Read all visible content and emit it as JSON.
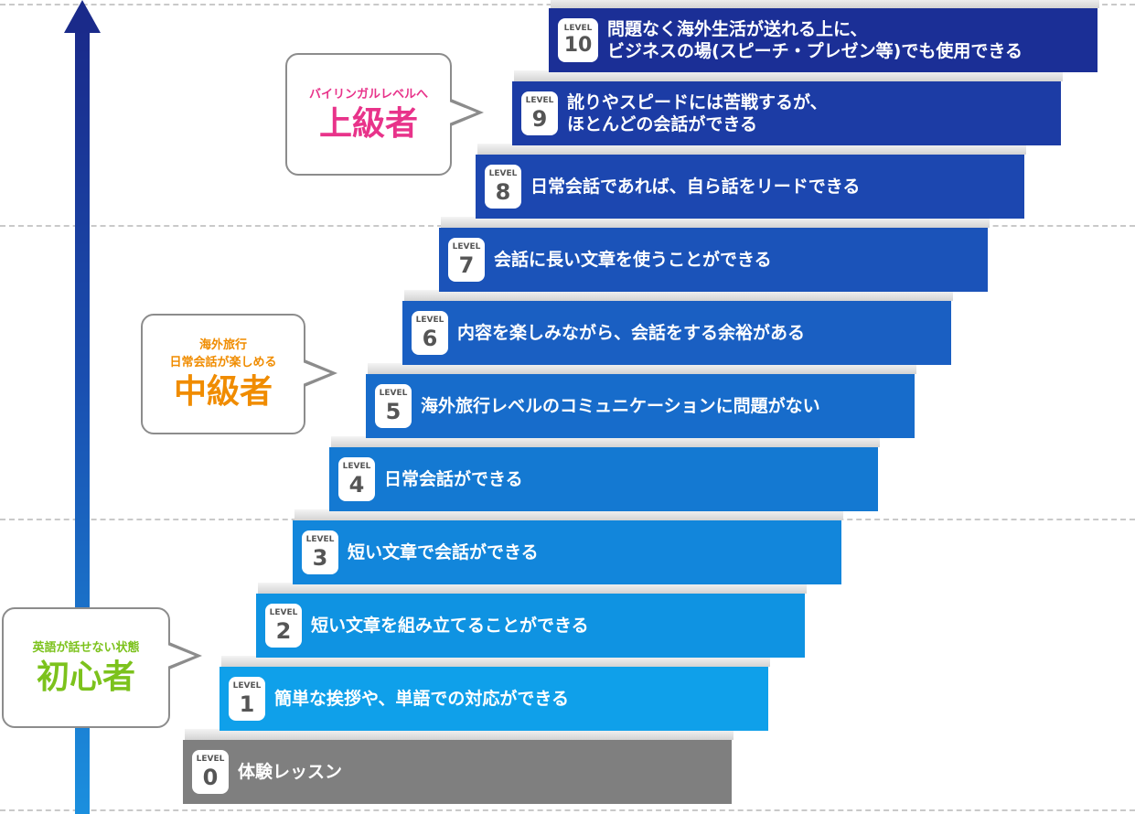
{
  "levels": [
    {
      "label": "LEVEL",
      "number": "0",
      "lines": [
        "体験レッスン"
      ],
      "color": "#7f7f7f"
    },
    {
      "label": "LEVEL",
      "number": "1",
      "lines": [
        "簡単な挨拶や、単語での対応ができる"
      ],
      "color": "#0fa0ea"
    },
    {
      "label": "LEVEL",
      "number": "2",
      "lines": [
        "短い文章を組み立てることができる"
      ],
      "color": "#0f93e2"
    },
    {
      "label": "LEVEL",
      "number": "3",
      "lines": [
        "短い文章で会話ができる"
      ],
      "color": "#1286db"
    },
    {
      "label": "LEVEL",
      "number": "4",
      "lines": [
        "日常会話ができる"
      ],
      "color": "#1479d2"
    },
    {
      "label": "LEVEL",
      "number": "5",
      "lines": [
        "海外旅行レベルのコミュニケーションに問題がない"
      ],
      "color": "#176ccb"
    },
    {
      "label": "LEVEL",
      "number": "6",
      "lines": [
        "内容を楽しみながら、会話をする余裕がある"
      ],
      "color": "#1a5fc2"
    },
    {
      "label": "LEVEL",
      "number": "7",
      "lines": [
        "会話に長い文章を使うことができる"
      ],
      "color": "#1b53b9"
    },
    {
      "label": "LEVEL",
      "number": "8",
      "lines": [
        "日常会話であれば、自ら話をリードできる"
      ],
      "color": "#1c47b0"
    },
    {
      "label": "LEVEL",
      "number": "9",
      "lines": [
        "訛りやスピードには苦戦するが、",
        "ほとんどの会話ができる"
      ],
      "color": "#1c3ca5"
    },
    {
      "label": "LEVEL",
      "number": "10",
      "lines": [
        "問題なく海外生活が送れる上に、",
        "ビジネスの場(スピーチ・プレゼン等)でも使用できる"
      ],
      "color": "#1b2f96"
    }
  ],
  "callouts": {
    "beginner": {
      "sub_lines": [
        "英語が話せない状態"
      ],
      "title": "初心者",
      "color": "#7cc21c"
    },
    "intermediate": {
      "sub_lines": [
        "海外旅行",
        "日常会話が楽しめる"
      ],
      "title": "中級者",
      "color": "#f08c00"
    },
    "advanced": {
      "sub_lines": [
        "バイリンガルレベルへ"
      ],
      "title": "上級者",
      "color": "#e8338a"
    }
  }
}
